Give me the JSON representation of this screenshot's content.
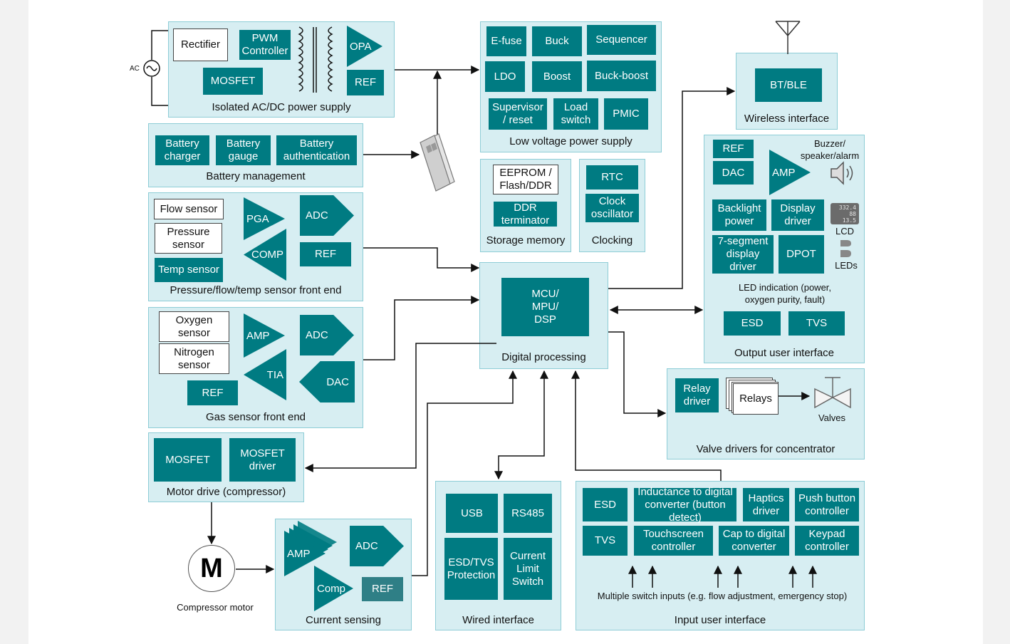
{
  "colors": {
    "block": "#007b82",
    "group": "#d7eef2",
    "group_border": "#8ecdd6",
    "wire": "#111111"
  },
  "acdc": {
    "title": "Isolated AC/DC power supply",
    "rectifier": "Rectifier",
    "pwm": "PWM\nController",
    "mosfet": "MOSFET",
    "opa": "OPA",
    "ref": "REF",
    "ac": "AC"
  },
  "battery": {
    "title": "Battery management",
    "charger": "Battery\ncharger",
    "gauge": "Battery\ngauge",
    "auth": "Battery\nauthentication"
  },
  "sensor": {
    "title": "Pressure/flow/temp sensor front end",
    "flow": "Flow sensor",
    "pressure": "Pressure\nsensor",
    "temp": "Temp sensor",
    "pga": "PGA",
    "comp": "COMP",
    "adc": "ADC",
    "ref": "REF"
  },
  "gas": {
    "title": "Gas sensor front end",
    "oxygen": "Oxygen\nsensor",
    "nitrogen": "Nitrogen\nsensor",
    "ref": "REF",
    "amp": "AMP",
    "tia": "TIA",
    "adc": "ADC",
    "dac": "DAC"
  },
  "motor": {
    "title": "Motor drive (compressor)",
    "mosfet": "MOSFET",
    "driver": "MOSFET\ndriver",
    "motor_symbol": "M",
    "motor_label": "Compressor motor"
  },
  "current": {
    "title": "Current sensing",
    "amp": "AMP",
    "adc": "ADC",
    "comp": "Comp",
    "ref": "REF"
  },
  "lv": {
    "title": "Low voltage power supply",
    "efuse": "E-fuse",
    "buck": "Buck",
    "sequencer": "Sequencer",
    "ldo": "LDO",
    "boost": "Boost",
    "buckboost": "Buck-boost",
    "supervisor": "Supervisor\n/ reset",
    "load_switch": "Load\nswitch",
    "pmic": "PMIC"
  },
  "storage": {
    "title": "Storage memory",
    "eeprom": "EEPROM /\nFlash/DDR",
    "ddr": "DDR\nterminator"
  },
  "clocking": {
    "title": "Clocking",
    "rtc": "RTC",
    "osc": "Clock\noscillator"
  },
  "digital": {
    "title": "Digital processing",
    "mcu": "MCU/\nMPU/\nDSP"
  },
  "wireless": {
    "title": "Wireless interface",
    "bt": "BT/BLE"
  },
  "output": {
    "title": "Output user interface",
    "ref": "REF",
    "dac": "DAC",
    "amp": "AMP",
    "buzzer": "Buzzer/\nspeaker/alarm",
    "backlight": "Backlight\npower",
    "display": "Display\ndriver",
    "lcd": "LCD",
    "lcd_digits": "332.4\n88\n13.5",
    "seg7": "7-segment\ndisplay\ndriver",
    "dpot": "DPOT",
    "leds": "LEDs",
    "led_indication": "LED indication (power,\noxygen purity, fault)",
    "esd": "ESD",
    "tvs": "TVS"
  },
  "valve": {
    "title": "Valve drivers for concentrator",
    "relay_driver": "Relay\ndriver",
    "relays": "Relays",
    "valves": "Valves"
  },
  "wired": {
    "title": "Wired interface",
    "usb": "USB",
    "rs485": "RS485",
    "esd_tvs": "ESD/TVS\nProtection",
    "current_limit": "Current\nLimit\nSwitch"
  },
  "input": {
    "title": "Input user interface",
    "esd": "ESD",
    "inductance": "Inductance to digital\nconverter (button\ndetect)",
    "haptics": "Haptics\ndriver",
    "push": "Push button\ncontroller",
    "tvs": "TVS",
    "touch": "Touchscreen\ncontroller",
    "cap": "Cap to digital\nconverter",
    "keypad": "Keypad\ncontroller",
    "switch_inputs": "Multiple switch inputs (e.g. flow adjustment, emergency stop)"
  }
}
